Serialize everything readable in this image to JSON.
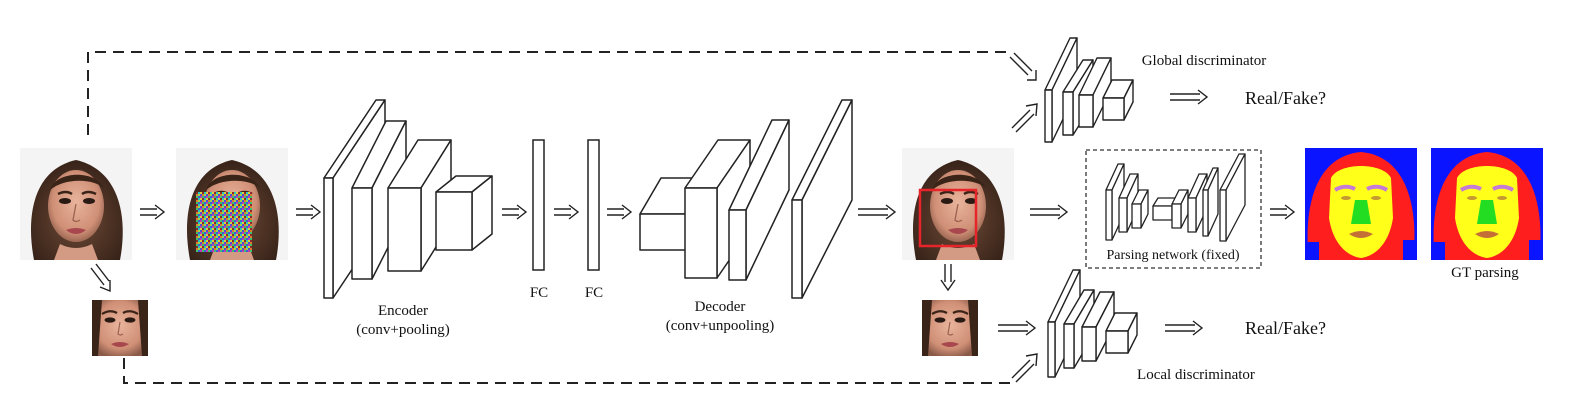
{
  "labels": {
    "encoder_title": "Encoder",
    "encoder_sub": "(conv+pooling)",
    "fc_1": "FC",
    "fc_2": "FC",
    "decoder_title": "Decoder",
    "decoder_sub": "(conv+unpooling)",
    "global_discriminator": "Global discriminator",
    "local_discriminator": "Local discriminator",
    "real_fake_global": "Real/Fake?",
    "real_fake_local": "Real/Fake?",
    "parsing_network": "Parsing network (fixed)",
    "gt_parsing": "GT parsing"
  },
  "images": {
    "input_face": "face-photo",
    "masked_face": "face-photo-with-noise-mask",
    "input_crop": "face-crop",
    "output_face": "face-photo-with-red-box",
    "output_crop": "face-crop",
    "parsing_result": "parsing-map",
    "gt_parsing": "parsing-map"
  },
  "colors": {
    "line": "#222222",
    "highlight_box": "#e8242b",
    "parsing_background": "#0a14ff",
    "parsing_hair": "#ff1e1e",
    "parsing_skin": "#ffff1a",
    "parsing_nose": "#22dd22",
    "parsing_brows": "#c47ad6",
    "parsing_lips": "#c46f38"
  }
}
